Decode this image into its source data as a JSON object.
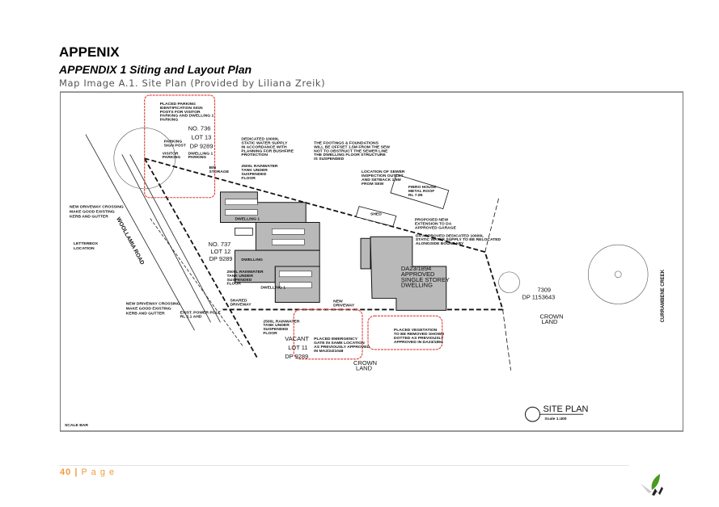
{
  "document": {
    "heading": "APPENIX",
    "subheading": "APPENDIX 1 Siting and Layout Plan",
    "caption": "Map Image A.1. Site Plan (Provided by Liliana Zreik)"
  },
  "site_plan": {
    "lots": [
      {
        "no": "NO. 736",
        "lot": "LOT 13",
        "dp": "DP 9289"
      },
      {
        "no": "NO. 737",
        "lot": "LOT 12",
        "dp": "DP 9289"
      },
      {
        "no": "VACANT",
        "lot": "LOT 11",
        "dp": "DP 9289"
      }
    ],
    "labels": {
      "dwelling_1a": "DWELLING 1",
      "dwelling_1b": "DWELLING 1",
      "dwelling_2": "DWELLING",
      "approved": [
        "DA23/1894",
        "APPROVED",
        "SINGLE STOREY",
        "DWELLING"
      ],
      "lot_7309": "7309",
      "dp_7309": "DP 1153643",
      "crown_land_a": [
        "CROWN",
        "LAND"
      ],
      "crown_land_b": [
        "CROWN",
        "LAND"
      ],
      "creek": "CURRAMBENE CREEK",
      "road": "WOOLLAMIA ROAD",
      "letterbox": [
        "LETTERBOX",
        "LOCATION"
      ],
      "driveway_a": [
        "NEW DRIVEWAY CROSSING",
        "MAKE GOOD EXISTING",
        "KERB AND GUTTER"
      ],
      "driveway_b": [
        "NEW DRIVEWAY CROSSING",
        "MAKE GOOD EXISTING",
        "KERB AND GUTTER"
      ],
      "parking_note": [
        "PLACED PARKING",
        "IDENTIFICATION SIGN",
        "POSTS FOR VISITOR",
        "PARKING AND DWELLING 1",
        "PARKING"
      ],
      "parking_sign": [
        "PARKING",
        "SIGN POST"
      ],
      "visitor_parking": [
        "VISITOR",
        "PARKING"
      ],
      "dwelling_parking": [
        "DWELLING 1",
        "PARKING"
      ],
      "water_supply": [
        "DEDICATED 10000L",
        "STATIC WATER SUPPLY",
        "IN ACCORDANCE WITH",
        "PLANNING FOR BUSHFIRE",
        "PROTECTION"
      ],
      "footings": [
        "THE FOOTINGS & FOUNDATIONS",
        "WILL BE OFFSET 1.5M FROM THE SEW",
        "NOT TO OBSTRUCT THE SEWER LINE",
        "THE DWELLING FLOOR STRUCTURE",
        "IS SUSPENDED"
      ],
      "sewer": [
        "LOCATION OF SEWER",
        "INSPECTION OUTLET",
        "AND SETBACK 1.5M",
        "FROM SEW"
      ],
      "rainwater_a": [
        "2500L RAINWATER",
        "TANK UNDER",
        "SUSPENDED",
        "FLOOR"
      ],
      "rainwater_b": [
        "2500L RAINWATER",
        "TANK UNDER",
        "SUSPENDED",
        "FLOOR"
      ],
      "rainwater_c": [
        "2500L RAINWATER",
        "TANK UNDER",
        "SUSPENDED",
        "FLOOR"
      ],
      "garage": [
        "PROPOSED NEW",
        "EXTENSION TO DA",
        "APPROVED GARAGE"
      ],
      "tank_relocate": [
        "DA APPROVED DEDICATED 10000L",
        "STATIC WATER SUPPLY TO BE RELOCATED",
        "ALONGSIDE BOUNDARY"
      ],
      "emergency_gate": [
        "PLACED EMERGENCY",
        "GATE IN SAME LOCATION",
        "AS PREVIOUSLY APPROVED",
        "IN MA2/24/1048"
      ],
      "vegetation": [
        "PLACED VEGETATION",
        "TO BE REMOVED SHOWN",
        "DOTTED AS PREVIOUSLY",
        "APPROVED IN DA23/1894"
      ],
      "shared_driveway": [
        "SHARED",
        "DRIVEWAY"
      ],
      "storage": [
        "BIN",
        "STORAGE"
      ],
      "fibro_house": [
        "FIBRO HOUSE",
        "METAL ROOF",
        "RL 7.85"
      ],
      "shed": [
        "SHED"
      ],
      "power_pole": [
        "EXIST. POWER POLE",
        "RL 2.1 AHD"
      ],
      "new_driveway": [
        "NEW",
        "DRIVEWAY"
      ],
      "scale_bar": "SCALE BAR"
    },
    "title": "SITE PLAN",
    "scale": "Scale 1:400"
  },
  "footer": {
    "page_number": "40",
    "separator": "|",
    "page_word": "P a g e"
  },
  "colors": {
    "footer_accent": "#f39a3a",
    "revision_cloud": "#e33b3b",
    "building_fill": "#b9b9b9"
  }
}
